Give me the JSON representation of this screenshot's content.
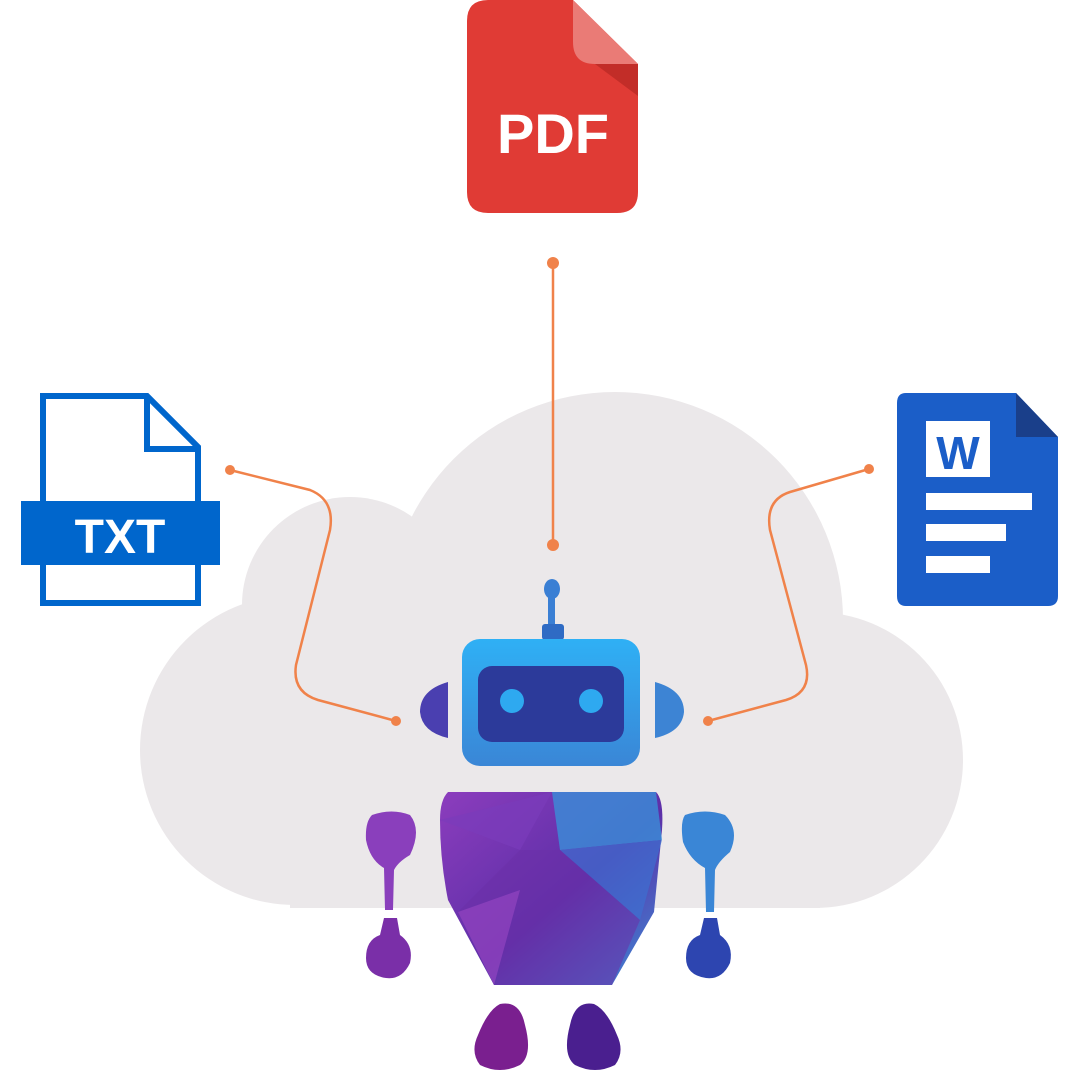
{
  "pdf_icon": {
    "label": "PDF",
    "color": "#e03b35"
  },
  "txt_icon": {
    "label": "TXT",
    "color": "#0066cc"
  },
  "word_icon": {
    "label": "W",
    "color": "#1b5ec8"
  },
  "connector_color": "#f0824a",
  "cloud_color": "#ebe8ea",
  "robot": {
    "colors": [
      "#2ea9f0",
      "#2d3f9a",
      "#7e3bb8",
      "#5a1f8f"
    ]
  }
}
